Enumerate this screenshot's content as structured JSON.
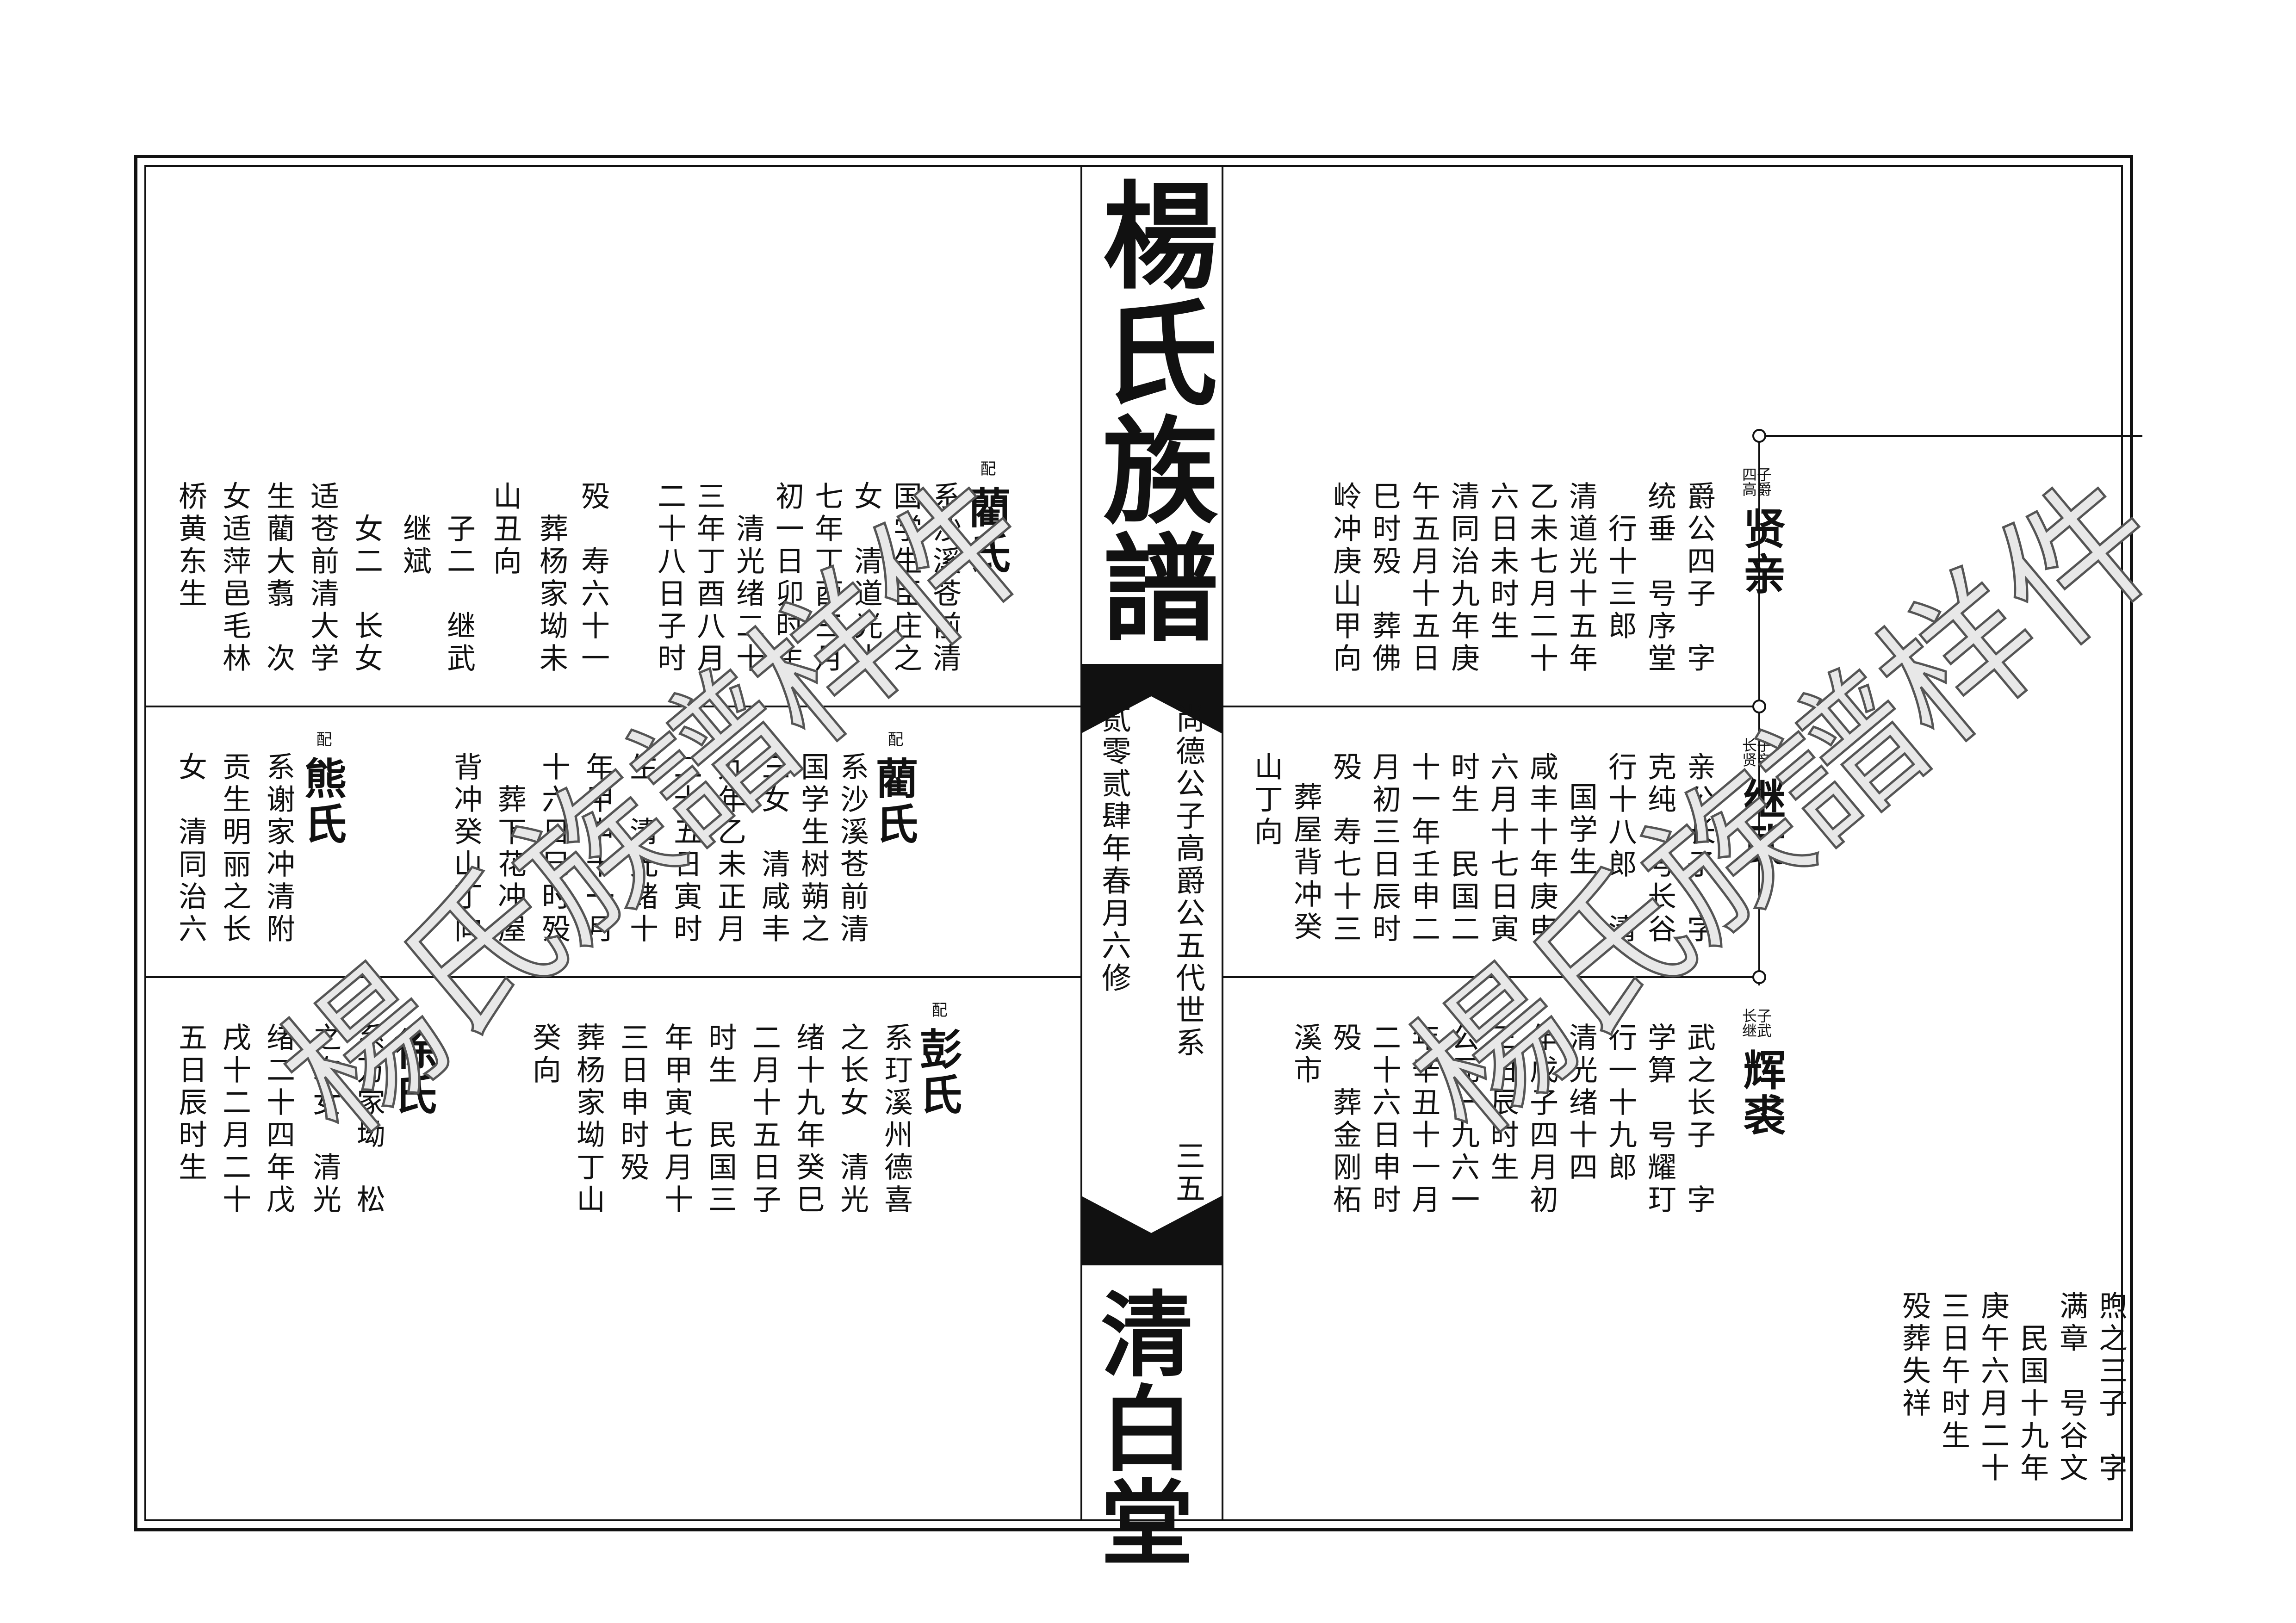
{
  "title": "楊氏族譜",
  "hall": "清白堂",
  "spine": {
    "lineage": "尚德公子高爵公五代世系",
    "page_no": "三五",
    "edition": "贰零贰肆年春月六修"
  },
  "watermark": "楊氏族譜样件",
  "right": {
    "xianqin": {
      "title": "四子高爵",
      "name": "贤亲",
      "cols": [
        "爵公四子　字",
        "统垂　号序堂",
        "行十三郎",
        "清道光十五年",
        "乙未七月二十",
        "六日未时生",
        "清同治九年庚",
        "午五月十五日",
        "巳时殁　葬佛",
        "岭冲庚山甲向"
      ]
    },
    "jiwu": {
      "title": "长子贤亲",
      "name": "继武",
      "cols": [
        "亲公长子　字",
        "克纯　号长谷",
        "行十八郎　清",
        "国学生",
        "咸丰十年庚申",
        "六月十七日寅",
        "时生　民国二",
        "十一年壬申二",
        "月初三日辰时",
        "殁　寿七十三",
        "葬屋背冲癸",
        "山丁向"
      ]
    },
    "huiqiu": {
      "title": "长子继武",
      "name": "辉裘",
      "cols": [
        "武之长子　字",
        "学算　号耀玎",
        "行一十九郎",
        "清光绪十四",
        "年戊子四月初",
        "三日辰时生",
        "公元一九六一",
        "年辛丑十一月",
        "二十六日申时",
        "殁　葬金刚柘",
        "溪市"
      ],
      "extra": [
        "煦之三子　字",
        "满章　号谷文",
        "民国十九年",
        "庚午六月二十",
        "三日午时生",
        "殁葬失祥"
      ]
    }
  },
  "left": {
    "top": {
      "spouse_label": "配",
      "spouse": "藺氏",
      "cols": [
        "系沙溪苍前清",
        "国学生臣庄之",
        "女　清道光十",
        "七年丁酉三月",
        "初一日卯时生",
        "清光绪二十",
        "三年丁酉八月",
        "二十八日子时",
        "殁　寿六十一",
        "葬杨家坳未",
        "山丑向"
      ],
      "children": [
        "子二　继武",
        "继斌",
        "女二　长女",
        "适苍前清大学",
        "生藺大翥　次",
        "女适萍邑毛林",
        "桥黄东生"
      ]
    },
    "middle": {
      "spouse_label": "配",
      "spouse": "藺氏",
      "cols": [
        "系沙溪苍前清",
        "国学生树蒴之",
        "三女　清咸丰",
        "九年乙未正月",
        "二十五日寅时",
        "生　清光绪十",
        "年甲申十一月",
        "十六日巳时殁",
        "葬下花冲屋",
        "背冲癸山丁向"
      ],
      "spouse2_label": "配",
      "spouse2": "熊氏",
      "cols2": [
        "系谢家冲清附",
        "贡生明丽之长",
        "女　清同治六"
      ]
    },
    "bottom": {
      "spouse_label": "配",
      "spouse": "彭氏",
      "cols": [
        "系玎溪州德喜",
        "之长女　清光",
        "绪十九年癸巳",
        "二月十五日子",
        "时生　民国三",
        "年甲寅七月十",
        "三日申时殁",
        "葬杨家坳丁山",
        "癸向"
      ],
      "spouse2": "徐氏",
      "cols2": [
        "系万家坳　松",
        "之次女　清光",
        "绪二十四年戊",
        "戌十二月二十",
        "五日辰时生"
      ]
    }
  }
}
